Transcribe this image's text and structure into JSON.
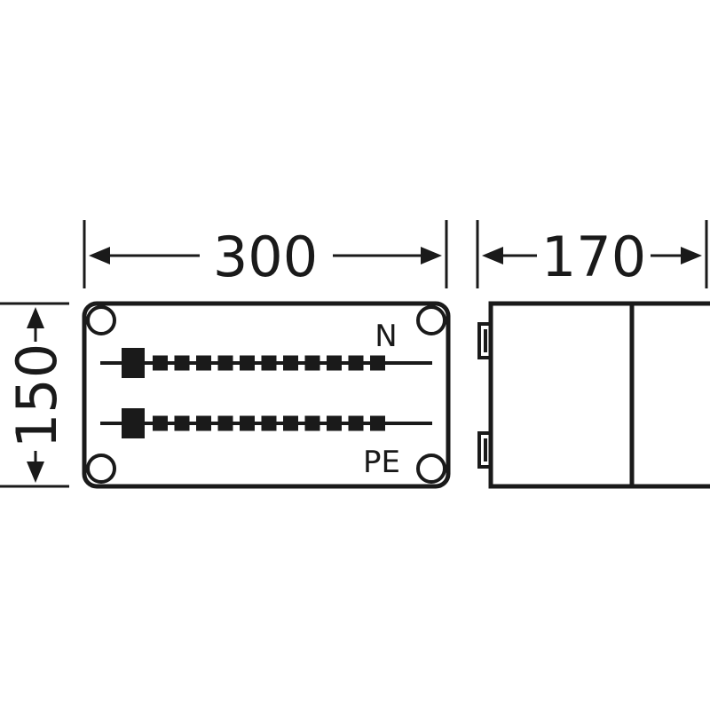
{
  "dimensions": {
    "width": "300",
    "depth": "170",
    "height": "150"
  },
  "labels": {
    "neutral": "N",
    "protective_earth": "PE"
  },
  "terminal_bars": [
    {
      "name": "neutral-terminal-bar",
      "terminal_count": 12
    },
    {
      "name": "pe-terminal-bar",
      "terminal_count": 12
    }
  ],
  "colors": {
    "line": "#1a1a1a",
    "background": "#ffffff"
  }
}
